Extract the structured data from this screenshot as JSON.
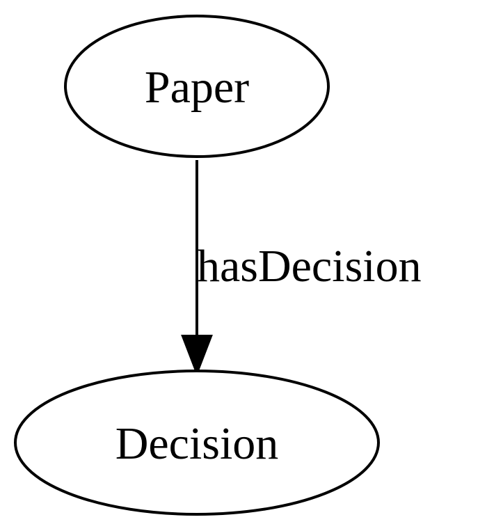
{
  "graph": {
    "nodes": {
      "paper": {
        "label": "Paper"
      },
      "decision": {
        "label": "Decision"
      }
    },
    "edges": {
      "has_decision": {
        "label": "hasDecision",
        "from": "Paper",
        "to": "Decision"
      }
    }
  }
}
